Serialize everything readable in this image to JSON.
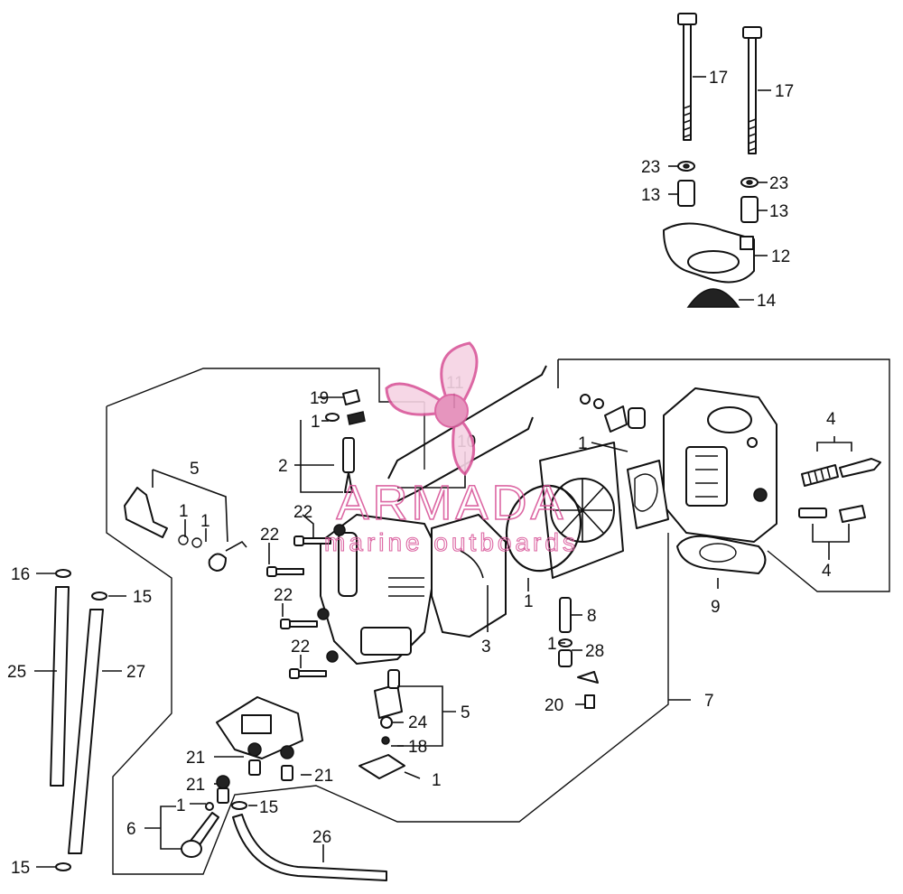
{
  "diagram": {
    "labels": {
      "l1": "1",
      "l2": "2",
      "l3": "3",
      "l4": "4",
      "l5": "5",
      "l6": "6",
      "l7": "7",
      "l8": "8",
      "l9": "9",
      "l10": "10",
      "l11": "11",
      "l12": "12",
      "l13": "13",
      "l14": "14",
      "l15": "15",
      "l16": "16",
      "l17": "17",
      "l18": "18",
      "l19": "19",
      "l20": "20",
      "l21": "21",
      "l22": "22",
      "l23": "23",
      "l24": "24",
      "l25": "25",
      "l26": "26",
      "l27": "27",
      "l28": "28"
    }
  },
  "watermark": {
    "brand": "ARMADA",
    "tagline": "marine outboards",
    "color": "#d9579a"
  }
}
